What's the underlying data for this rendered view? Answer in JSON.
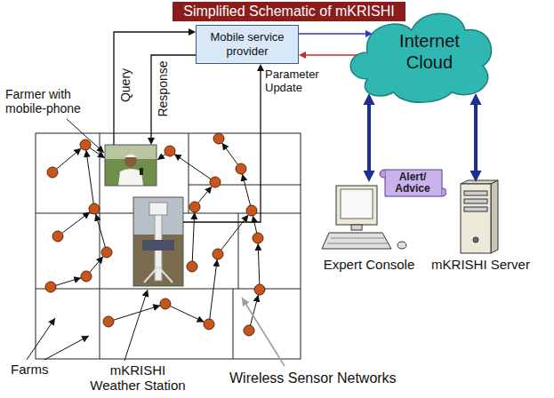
{
  "diagram": {
    "title": "Simplified Schematic of mKRISHI",
    "nodes": [
      {
        "text": [
          "Mobile service provider"
        ]
      },
      {
        "text": [
          "Internet Cloud"
        ]
      },
      {
        "text": [
          "Farmer with mobile-phone"
        ]
      },
      {
        "text": [
          "mKRISHI Weather Station"
        ]
      },
      {
        "text": [
          "Alert/ Advice"
        ]
      },
      {
        "text": [
          "Expert Console"
        ]
      },
      {
        "text": [
          "mKRISHI Server"
        ]
      }
    ],
    "edges": [
      {
        "from": 2,
        "to": 0,
        "label": "Query",
        "arrow": "to"
      },
      {
        "from": 0,
        "to": 2,
        "label": "Response",
        "arrow": "to"
      },
      {
        "from": 3,
        "to": 0,
        "label": "Parameter Update",
        "arrow": "to"
      },
      {
        "from": 0,
        "to": 1,
        "arrow": "to"
      },
      {
        "from": 1,
        "to": 0,
        "arrow": "to"
      },
      {
        "from": 1,
        "to": 5,
        "arrow": "both"
      },
      {
        "from": 1,
        "to": 6,
        "arrow": "both"
      }
    ],
    "labels": [
      "Farms",
      "Wireless Sensor Networks"
    ]
  }
}
